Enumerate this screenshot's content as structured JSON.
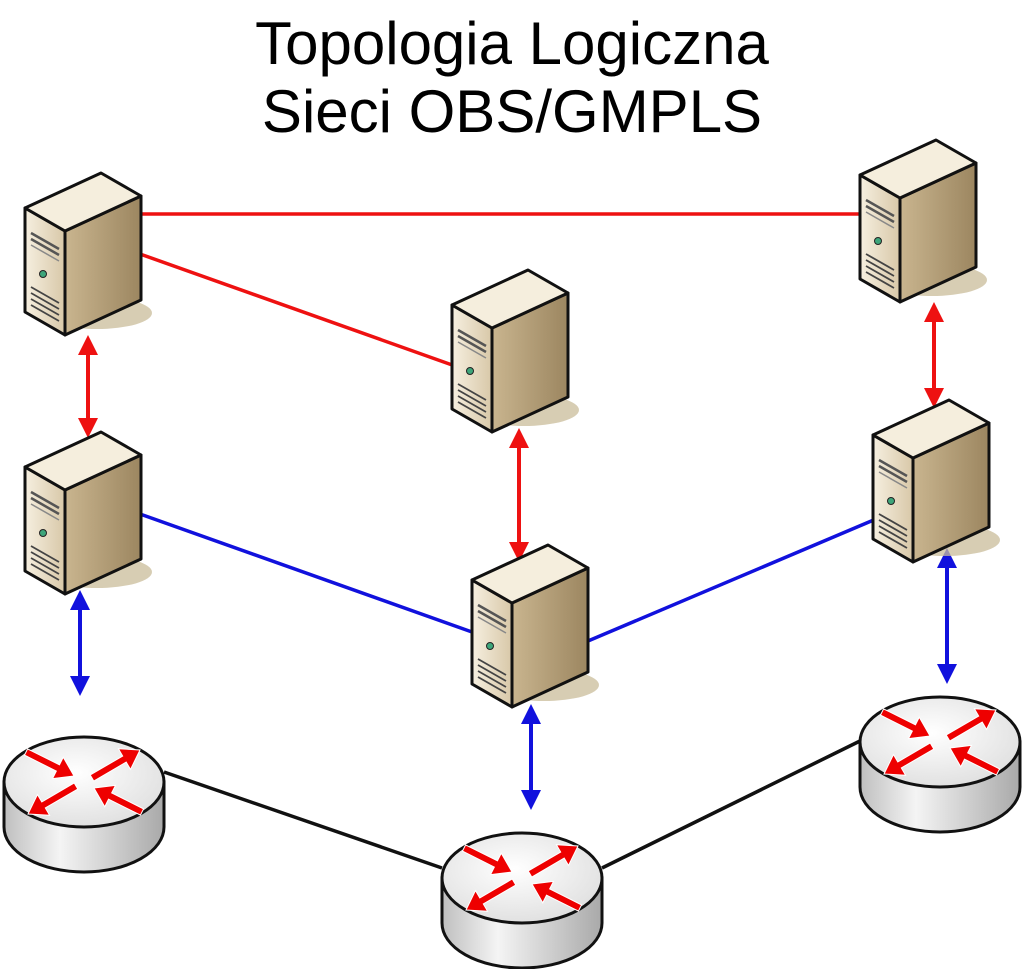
{
  "title": {
    "line1": "Topologia Logiczna",
    "line2": "Sieci OBS/GMPLS"
  },
  "colors": {
    "upper_link": "#ee1111",
    "middle_link": "#1111dd",
    "lower_link": "#111111",
    "vertical_upper": "#ee1111",
    "vertical_lower": "#1111dd",
    "server_front": "#e9dcc1",
    "server_side": "#b8a27c",
    "server_top": "#f5eedd",
    "router_body": "#e0e0e0",
    "router_arrows": "#ee0000"
  },
  "nodes": {
    "servers_top": [
      "server-top-left",
      "server-top-center",
      "server-top-right"
    ],
    "servers_mid": [
      "server-mid-left",
      "server-mid-center",
      "server-mid-right"
    ],
    "routers": [
      "router-left",
      "router-center",
      "router-right"
    ]
  }
}
